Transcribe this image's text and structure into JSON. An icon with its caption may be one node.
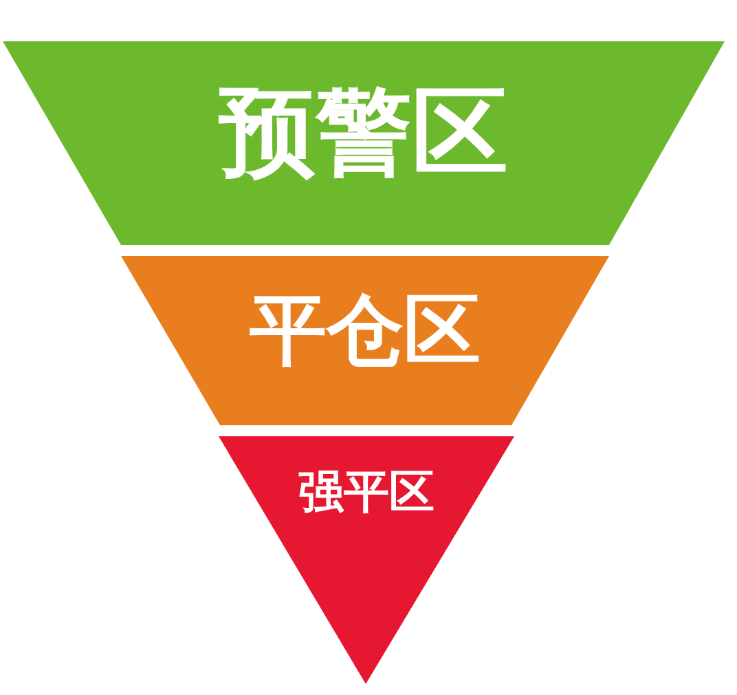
{
  "diagram": {
    "nodes": [
      {
        "text": [
          "预警区"
        ]
      },
      {
        "text": [
          "平仓区"
        ]
      },
      {
        "text": [
          "强平区"
        ]
      }
    ]
  }
}
